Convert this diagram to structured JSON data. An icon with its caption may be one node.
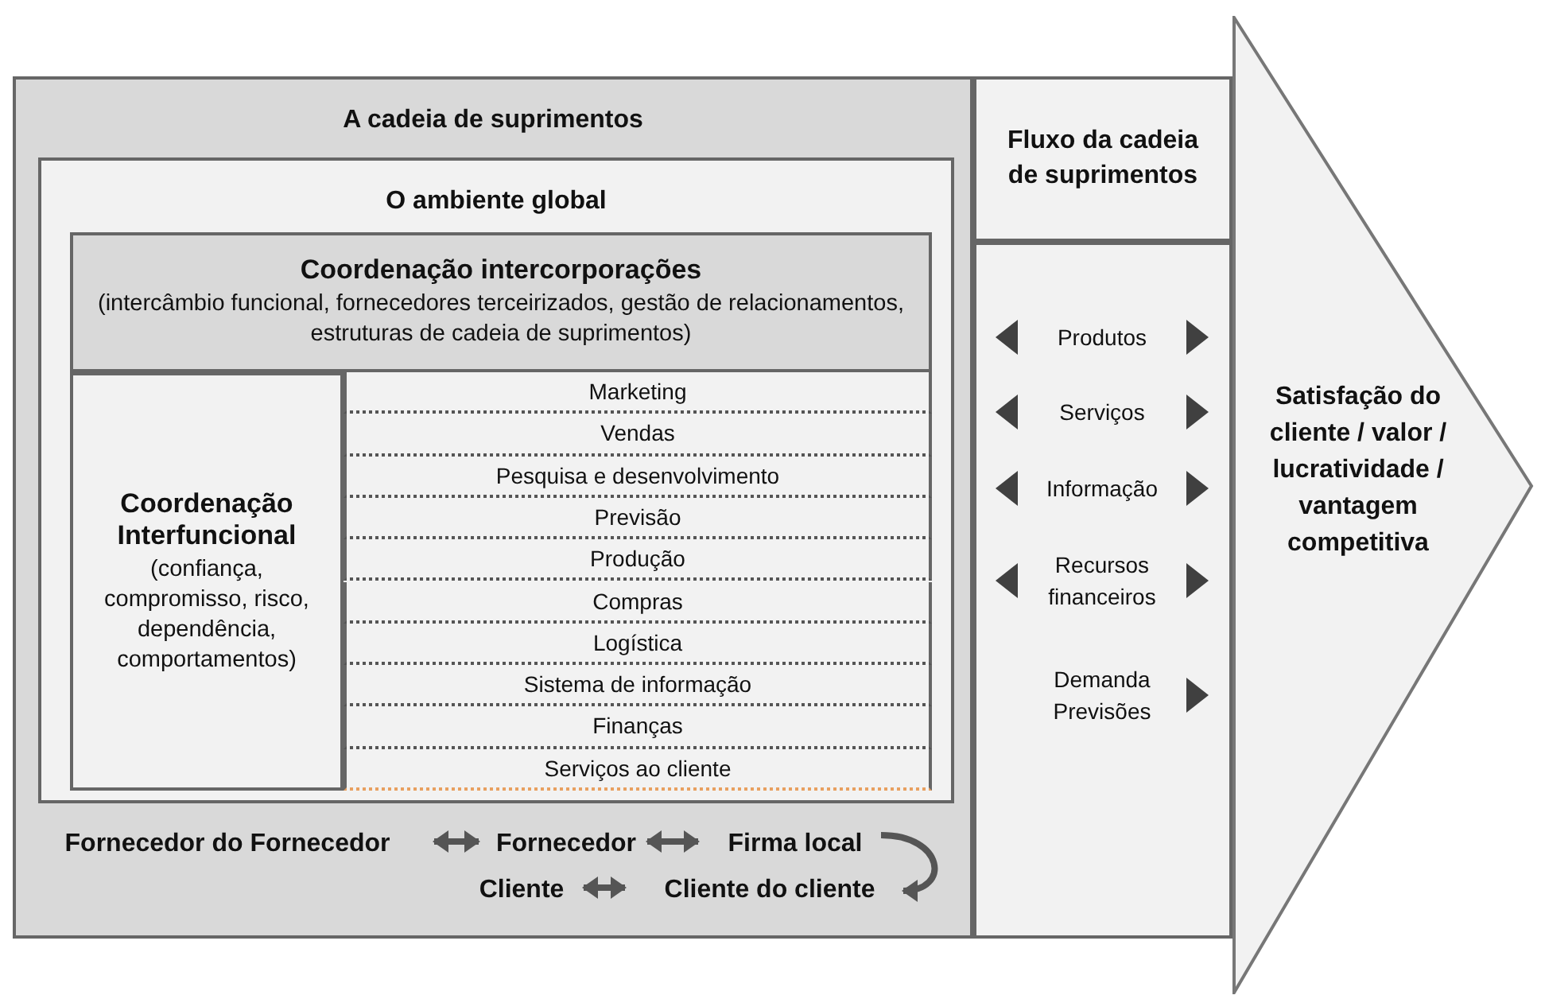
{
  "diagram": {
    "nodes": [
      {
        "text": [
          "A cadeia de suprimentos"
        ]
      },
      {
        "text": [
          "O ambiente global"
        ],
        "in": 0
      },
      {
        "text": [
          "Coordenação intercorporações",
          "(intercâmbio funcional, fornecedores terceirizados, gestão de relacionamentos, estruturas de cadeia de suprimentos)"
        ],
        "in": 1
      },
      {
        "text": [
          "Coordenação Interfuncional",
          "(confiança, compromisso, risco, dependência, comportamentos)"
        ],
        "in": 1
      },
      {
        "text": [
          "Marketing"
        ],
        "in": 1
      },
      {
        "text": [
          "Vendas"
        ],
        "in": 1
      },
      {
        "text": [
          "Pesquisa e desenvolvimento"
        ],
        "in": 1
      },
      {
        "text": [
          "Previsão"
        ],
        "in": 1
      },
      {
        "text": [
          "Produção"
        ],
        "in": 1
      },
      {
        "text": [
          "Compras"
        ],
        "in": 1
      },
      {
        "text": [
          "Logística"
        ],
        "in": 1
      },
      {
        "text": [
          "Sistema de informação"
        ],
        "in": 1
      },
      {
        "text": [
          "Finanças"
        ],
        "in": 1
      },
      {
        "text": [
          "Serviços ao cliente"
        ],
        "in": 1
      },
      {
        "text": [
          "Fornecedor do Fornecedor"
        ],
        "in": 0
      },
      {
        "text": [
          "Fornecedor"
        ],
        "in": 0
      },
      {
        "text": [
          "Firma local"
        ],
        "in": 0
      },
      {
        "text": [
          "Cliente"
        ],
        "in": 0
      },
      {
        "text": [
          "Cliente do cliente"
        ],
        "in": 0
      },
      {
        "text": [
          "Fluxo da cadeia de suprimentos"
        ]
      },
      {
        "text": [],
        "shape": "box"
      },
      {
        "text": [
          "Satisfação do cliente / valor / lucratividade / vantagem competitiva"
        ]
      }
    ],
    "edges": [
      {
        "from": 14,
        "to": 15,
        "arrow": "both"
      },
      {
        "from": 15,
        "to": 16,
        "arrow": "both"
      },
      {
        "from": 16,
        "to": 18,
        "arrow": "to"
      },
      {
        "from": 17,
        "to": 18,
        "arrow": "both"
      }
    ],
    "labels": [
      "Produtos",
      "Serviços",
      "Informação",
      "Recursos financeiros",
      "Demanda Previsões"
    ]
  }
}
